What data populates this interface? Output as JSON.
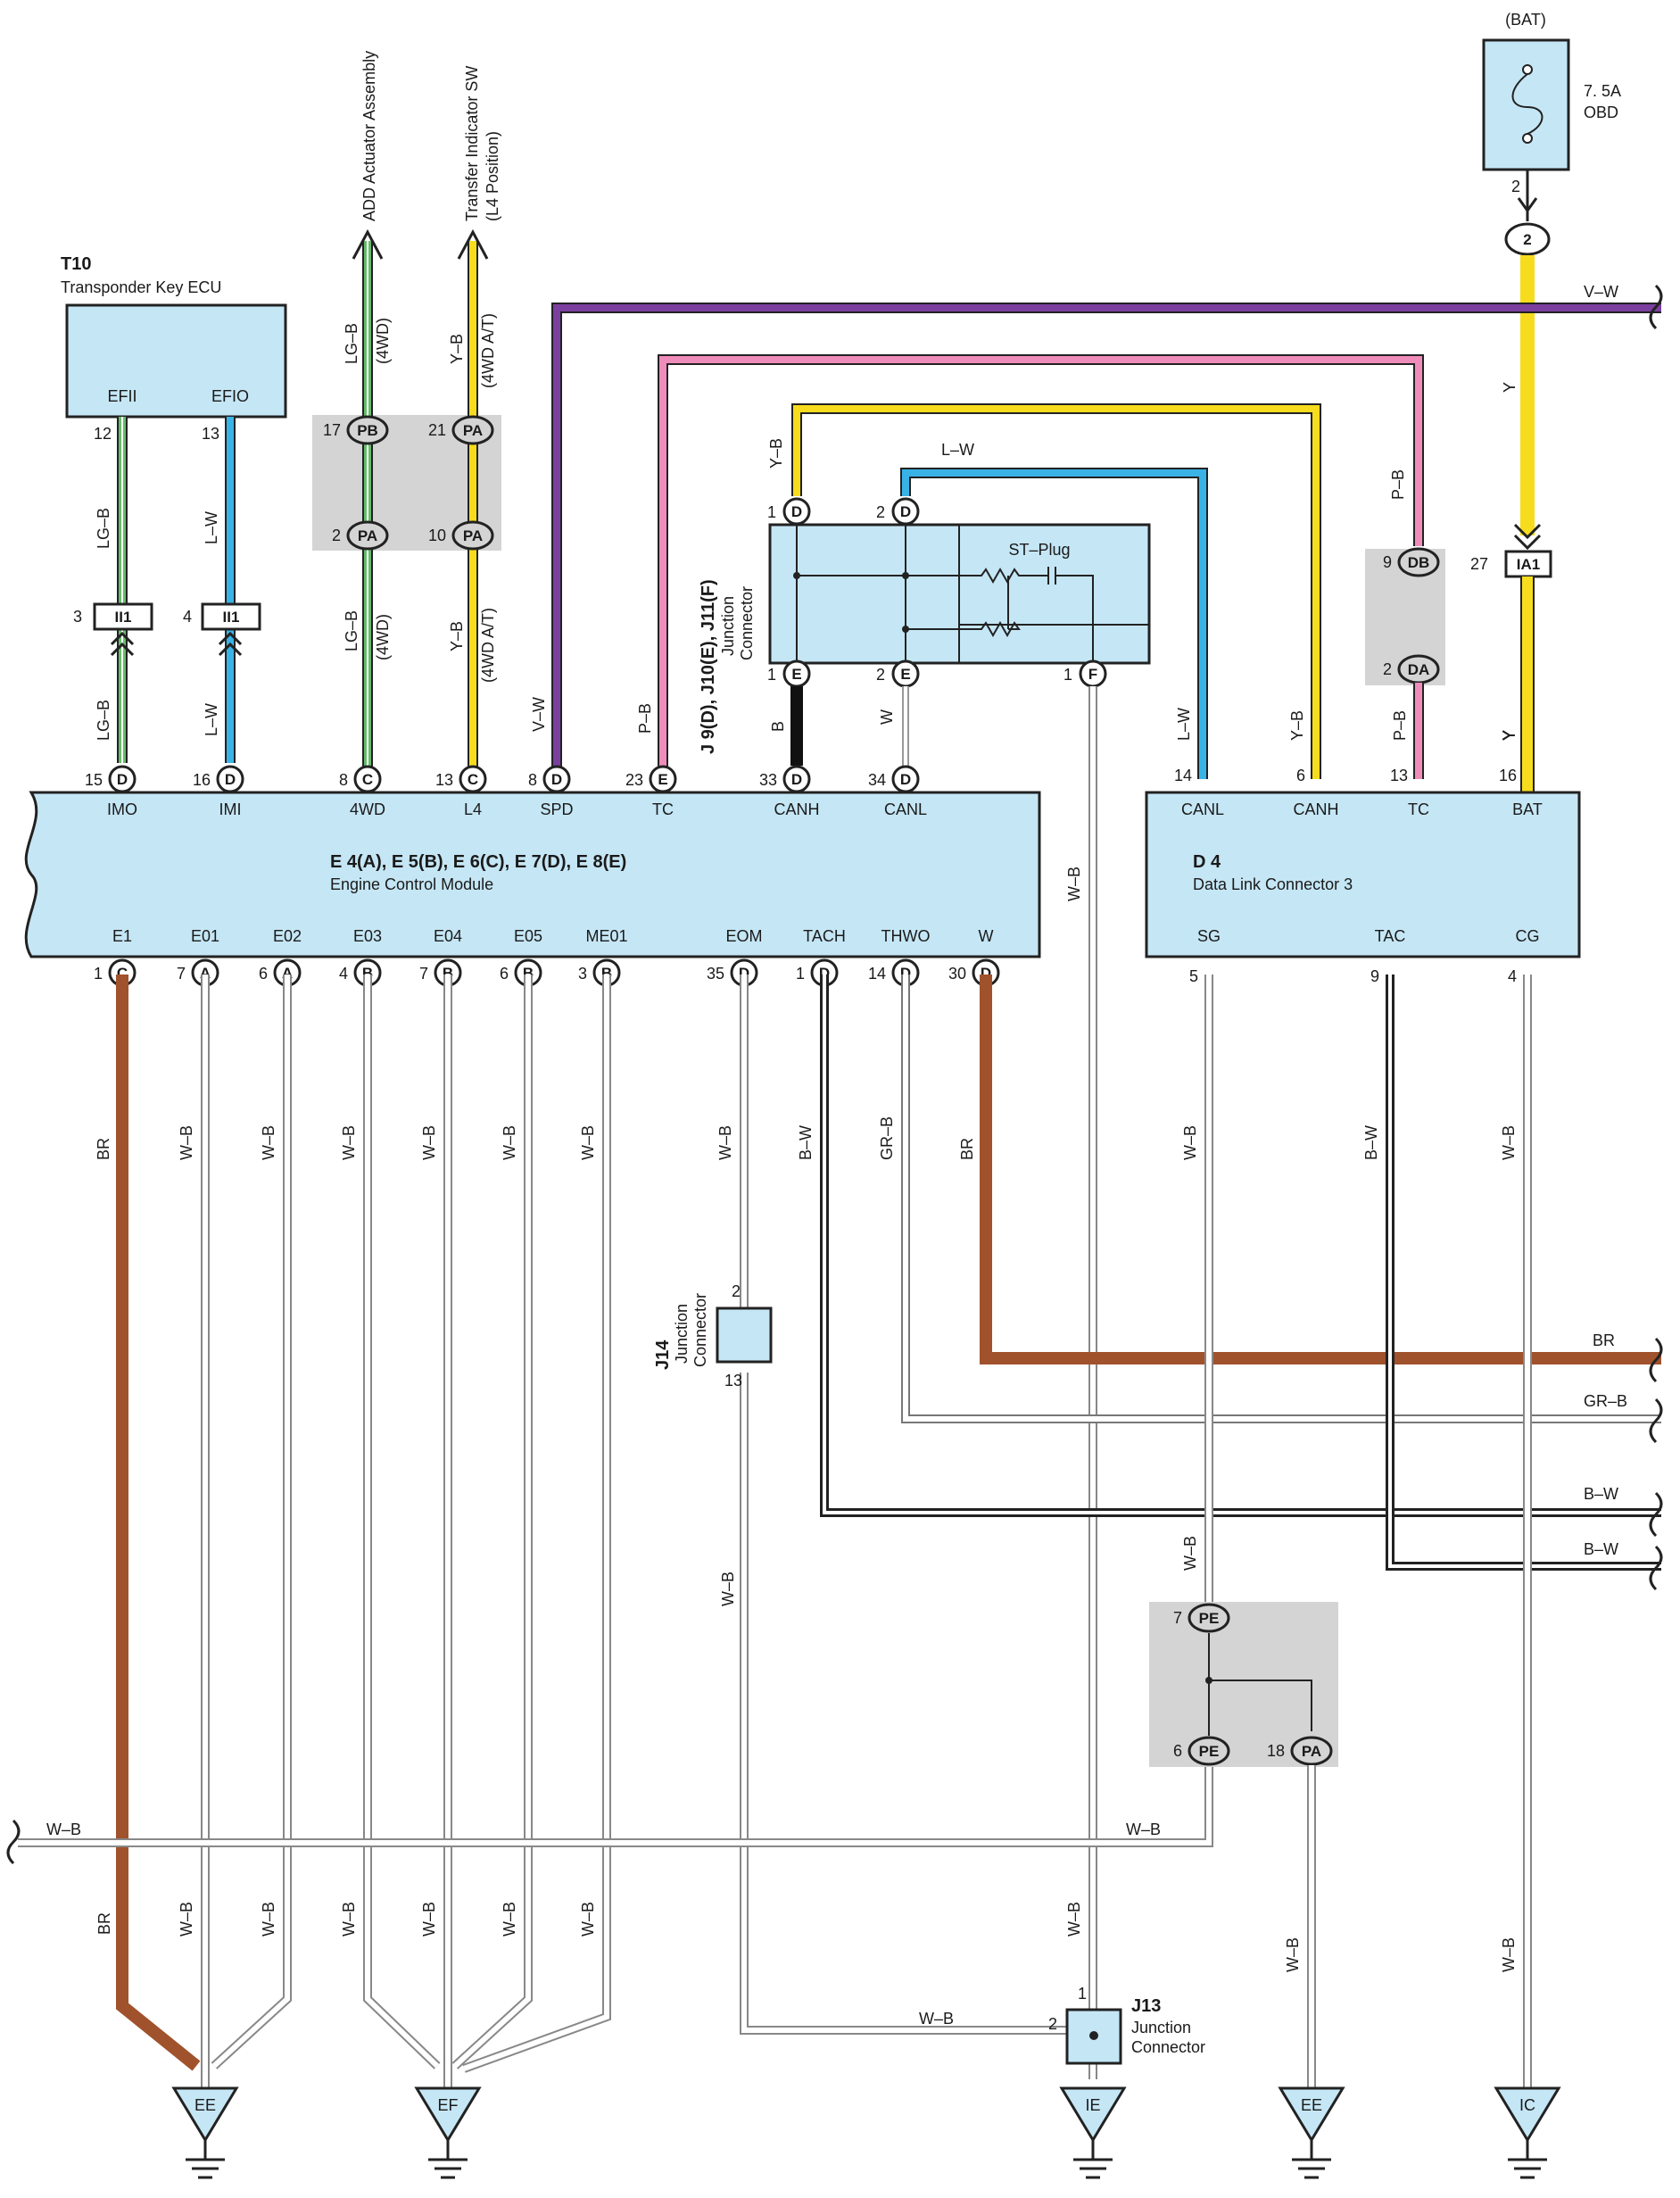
{
  "colors": {
    "box_fill": "#c5e6f5",
    "splice_fill": "#d4d4d4",
    "br": "#a0522d",
    "yellow": "#f7dc1e",
    "blue": "#39b3e6",
    "green": "#66bb6a",
    "violet": "#7b3fa0",
    "pink": "#f08cba"
  },
  "icons": [
    "fuse-icon",
    "ground-icon",
    "connector-pin-icon",
    "wire-break-icon"
  ],
  "bat": {
    "label": "(BAT)",
    "fuse_rating": "7. 5A",
    "fuse_name": "OBD",
    "pin": "2",
    "pin_circle": "2",
    "wire": "Y",
    "ia1_pin": "27",
    "ia1": "IA1",
    "wire_lower": "Y"
  },
  "vw_right": "V–W",
  "t10": {
    "id": "T10",
    "name": "Transponder Key ECU",
    "efii": "EFII",
    "efio": "EFIO",
    "pin12": "12",
    "pin13": "13",
    "wire_a": "LG–B",
    "wire_b": "L–W",
    "ii1_pin3": "3",
    "ii1_pin4": "4",
    "ii1": "II1",
    "ii1b": "II1",
    "wire_a2": "LG–B",
    "wire_b2": "L–W"
  },
  "add": {
    "name": "ADD Actuator Assembly",
    "wire": "LG–B",
    "wire_note": "(4WD)",
    "pin17": "17",
    "pb": "PB",
    "pin2": "2",
    "pa": "PA",
    "wire2": "LG–B",
    "wire_note2": "(4WD)"
  },
  "transfer": {
    "name": "Transfer Indicator SW",
    "sub": "(L4 Position)",
    "wire": "Y–B",
    "wire_note": "(4WD A/T)",
    "pin21": "21",
    "pa1": "PA",
    "pin10": "10",
    "pa2": "PA",
    "wire2": "Y–B",
    "wire_note2": "(4WD A/T)"
  },
  "spd_wire": "V–W",
  "tc_wire": "P–B",
  "jc": {
    "label_bold": "J 9(D), J10(E), J11(F)",
    "label_1": "Junction",
    "label_2": "Connector",
    "st_plug": "ST–Plug",
    "top_wire_yb": "Y–B",
    "top_wire_lw": "L–W",
    "pin1a": "1",
    "d1": "D",
    "pin2a": "2",
    "d2": "D",
    "pin1b": "1",
    "e1": "E",
    "pin2b": "2",
    "e2": "E",
    "pin1c": "1",
    "f1": "F",
    "wire_b": "B",
    "wire_w": "W"
  },
  "ecm": {
    "name_bold": "E 4(A), E 5(B), E 6(C), E 7(D), E 8(E)",
    "name": "Engine Control Module",
    "top": [
      {
        "pin": "15",
        "conn": "D",
        "label": "IMO"
      },
      {
        "pin": "16",
        "conn": "D",
        "label": "IMI"
      },
      {
        "pin": "8",
        "conn": "C",
        "label": "4WD"
      },
      {
        "pin": "13",
        "conn": "C",
        "label": "L4"
      },
      {
        "pin": "8",
        "conn": "D",
        "label": "SPD"
      },
      {
        "pin": "23",
        "conn": "E",
        "label": "TC"
      },
      {
        "pin": "33",
        "conn": "D",
        "label": "CANH"
      },
      {
        "pin": "34",
        "conn": "D",
        "label": "CANL"
      }
    ],
    "bottom": [
      {
        "pin": "1",
        "conn": "C",
        "label": "E1",
        "wire": "BR"
      },
      {
        "pin": "7",
        "conn": "A",
        "label": "E01",
        "wire": "W–B"
      },
      {
        "pin": "6",
        "conn": "A",
        "label": "E02",
        "wire": "W–B"
      },
      {
        "pin": "4",
        "conn": "B",
        "label": "E03",
        "wire": "W–B"
      },
      {
        "pin": "7",
        "conn": "B",
        "label": "E04",
        "wire": "W–B"
      },
      {
        "pin": "6",
        "conn": "B",
        "label": "E05",
        "wire": "W–B"
      },
      {
        "pin": "3",
        "conn": "B",
        "label": "ME01",
        "wire": "W–B"
      },
      {
        "pin": "35",
        "conn": "D",
        "label": "EOM",
        "wire": "W–B"
      },
      {
        "pin": "1",
        "conn": "D",
        "label": "TACH",
        "wire": "B–W"
      },
      {
        "pin": "14",
        "conn": "D",
        "label": "THWO",
        "wire": "GR–B"
      },
      {
        "pin": "30",
        "conn": "D",
        "label": "W",
        "wire": "BR"
      }
    ]
  },
  "dlc": {
    "id": "D 4",
    "name": "Data Link Connector 3",
    "top": [
      {
        "pin": "14",
        "label": "CANL",
        "wire": "L–W"
      },
      {
        "pin": "6",
        "label": "CANH",
        "wire": "Y–B"
      },
      {
        "pin": "13",
        "label": "TC",
        "wire": "P–B"
      },
      {
        "pin": "16",
        "label": "BAT",
        "wire": "Y"
      }
    ],
    "bottom": [
      {
        "pin": "5",
        "label": "SG",
        "wire": "W–B"
      },
      {
        "pin": "9",
        "label": "TAC",
        "wire": "B–W"
      },
      {
        "pin": "4",
        "label": "CG",
        "wire": "W–B"
      }
    ],
    "tc_upper_wire": "P–B",
    "db_pin": "9",
    "db": "DB",
    "da_pin": "2",
    "da": "DA"
  },
  "jw_wire": "W–B",
  "j14": {
    "id": "J14",
    "l1": "Junction",
    "l2": "Connector",
    "pin2": "2",
    "pin13": "13",
    "wire": "W–B"
  },
  "j13": {
    "id": "J13",
    "l1": "Junction",
    "l2": "Connector",
    "pin1": "1",
    "pin2": "2",
    "wire_in": "W–B",
    "wire_up": "W–B"
  },
  "sg_splice": {
    "wire": "W–B",
    "pin7": "7",
    "pe1": "PE",
    "pin6": "6",
    "pe2": "PE",
    "pin18": "18",
    "pa": "PA",
    "left_wire": "W–B",
    "left_wire2": "W–B",
    "pa_wire": "W–B"
  },
  "right_outs": [
    {
      "label": "BR"
    },
    {
      "label": "GR–B"
    },
    {
      "label": "B–W"
    },
    {
      "label": "B–W"
    }
  ],
  "lower": {
    "br": "BR",
    "wb": "W–B"
  },
  "grounds": [
    "EE",
    "EF",
    "IE",
    "EE",
    "IC"
  ]
}
